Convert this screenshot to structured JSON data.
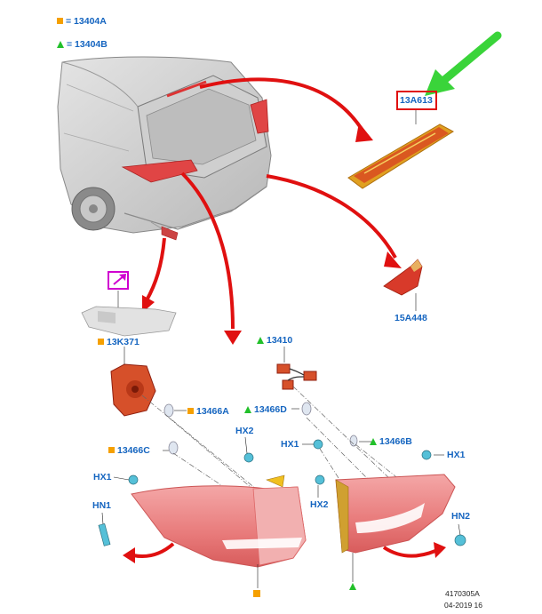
{
  "legend": {
    "square_code": "= 13404A",
    "triangle_code": "= 13404B",
    "square_color": "#f5a000",
    "triangle_color": "#22c02a"
  },
  "parts": {
    "high_mount_lamp": "13A613",
    "tail_lamp_lower": "15A448",
    "lamp_socket": "13K371",
    "wiring": "13410",
    "bulb_a": "13466A",
    "bulb_c": "13466C",
    "bulb_d": "13466D",
    "bulb_b": "13466B",
    "hx2_left": "HX2",
    "hx1_left": "HX1",
    "hn1": "HN1",
    "hx1_mid": "HX1",
    "hx2_mid": "HX2",
    "hx1_right": "HX1",
    "hn2": "HN2"
  },
  "footer": {
    "ref_id": "4170305A",
    "date": "04-2019 16"
  },
  "colors": {
    "label_blue": "#1565c0",
    "callout_red": "#e01010",
    "highlight_green": "#3ad43a",
    "highlight_magenta": "#d000d0",
    "lamp_red": "#e87a7a"
  }
}
